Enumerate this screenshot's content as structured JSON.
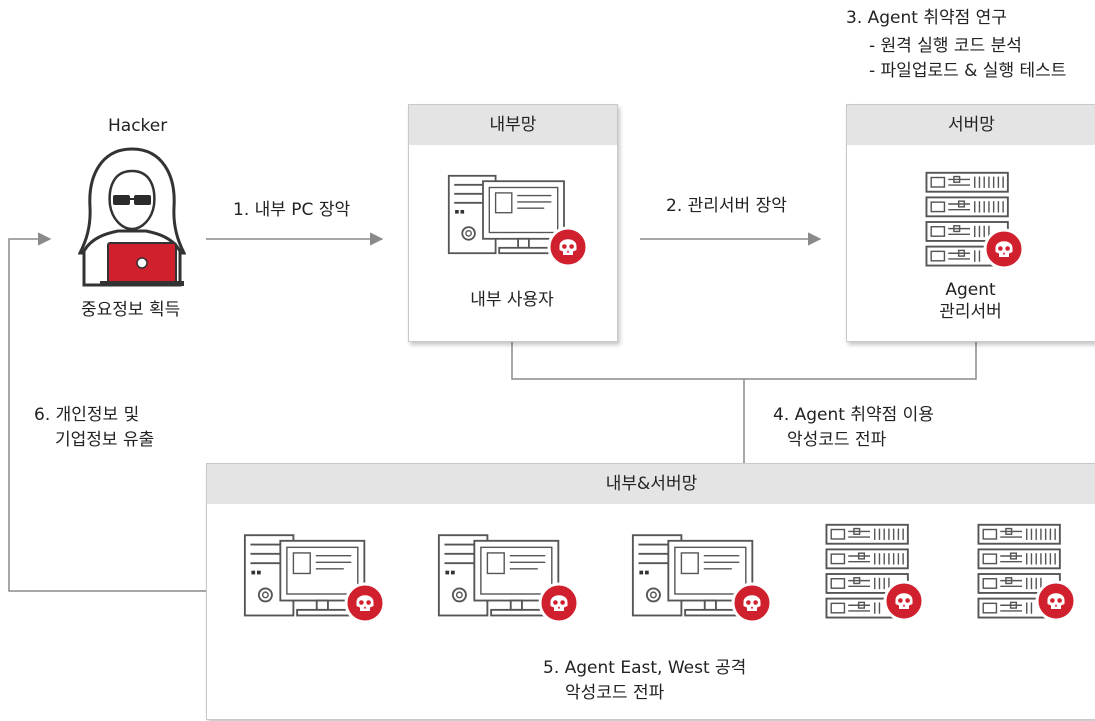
{
  "step3": {
    "title": "3. Agent 취약점 연구",
    "items": [
      "- 원격 실행 코드 분석",
      "- 파일업로드 & 실행 테스트"
    ]
  },
  "hacker": {
    "name": "Hacker",
    "caption": "중요정보 획득"
  },
  "step1": "1. 내부 PC 장악",
  "step2": "2. 관리서버 장악",
  "internal": {
    "header": "내부망",
    "caption": "내부 사용자"
  },
  "server": {
    "header": "서버망",
    "caption_line1": "Agent",
    "caption_line2": "관리서버"
  },
  "step4": {
    "line1": "4. Agent 취약점 이용",
    "line2": "악성코드 전파"
  },
  "step6": {
    "line1": "6. 개인정보 및",
    "line2": "기업정보 유출"
  },
  "combined": {
    "header": "내부&서버망"
  },
  "step5": {
    "line1": "5. Agent East, West 공격",
    "line2": "악성코드 전파"
  },
  "icons": {
    "hacker": "hacker-icon",
    "pc": "infected-pc-icon",
    "server": "infected-server-icon",
    "skull": "skull-badge-icon"
  },
  "colors": {
    "accent_red": "#d0202e",
    "line_gray": "#8a8a8a",
    "header_gray": "#e4e4e4"
  }
}
